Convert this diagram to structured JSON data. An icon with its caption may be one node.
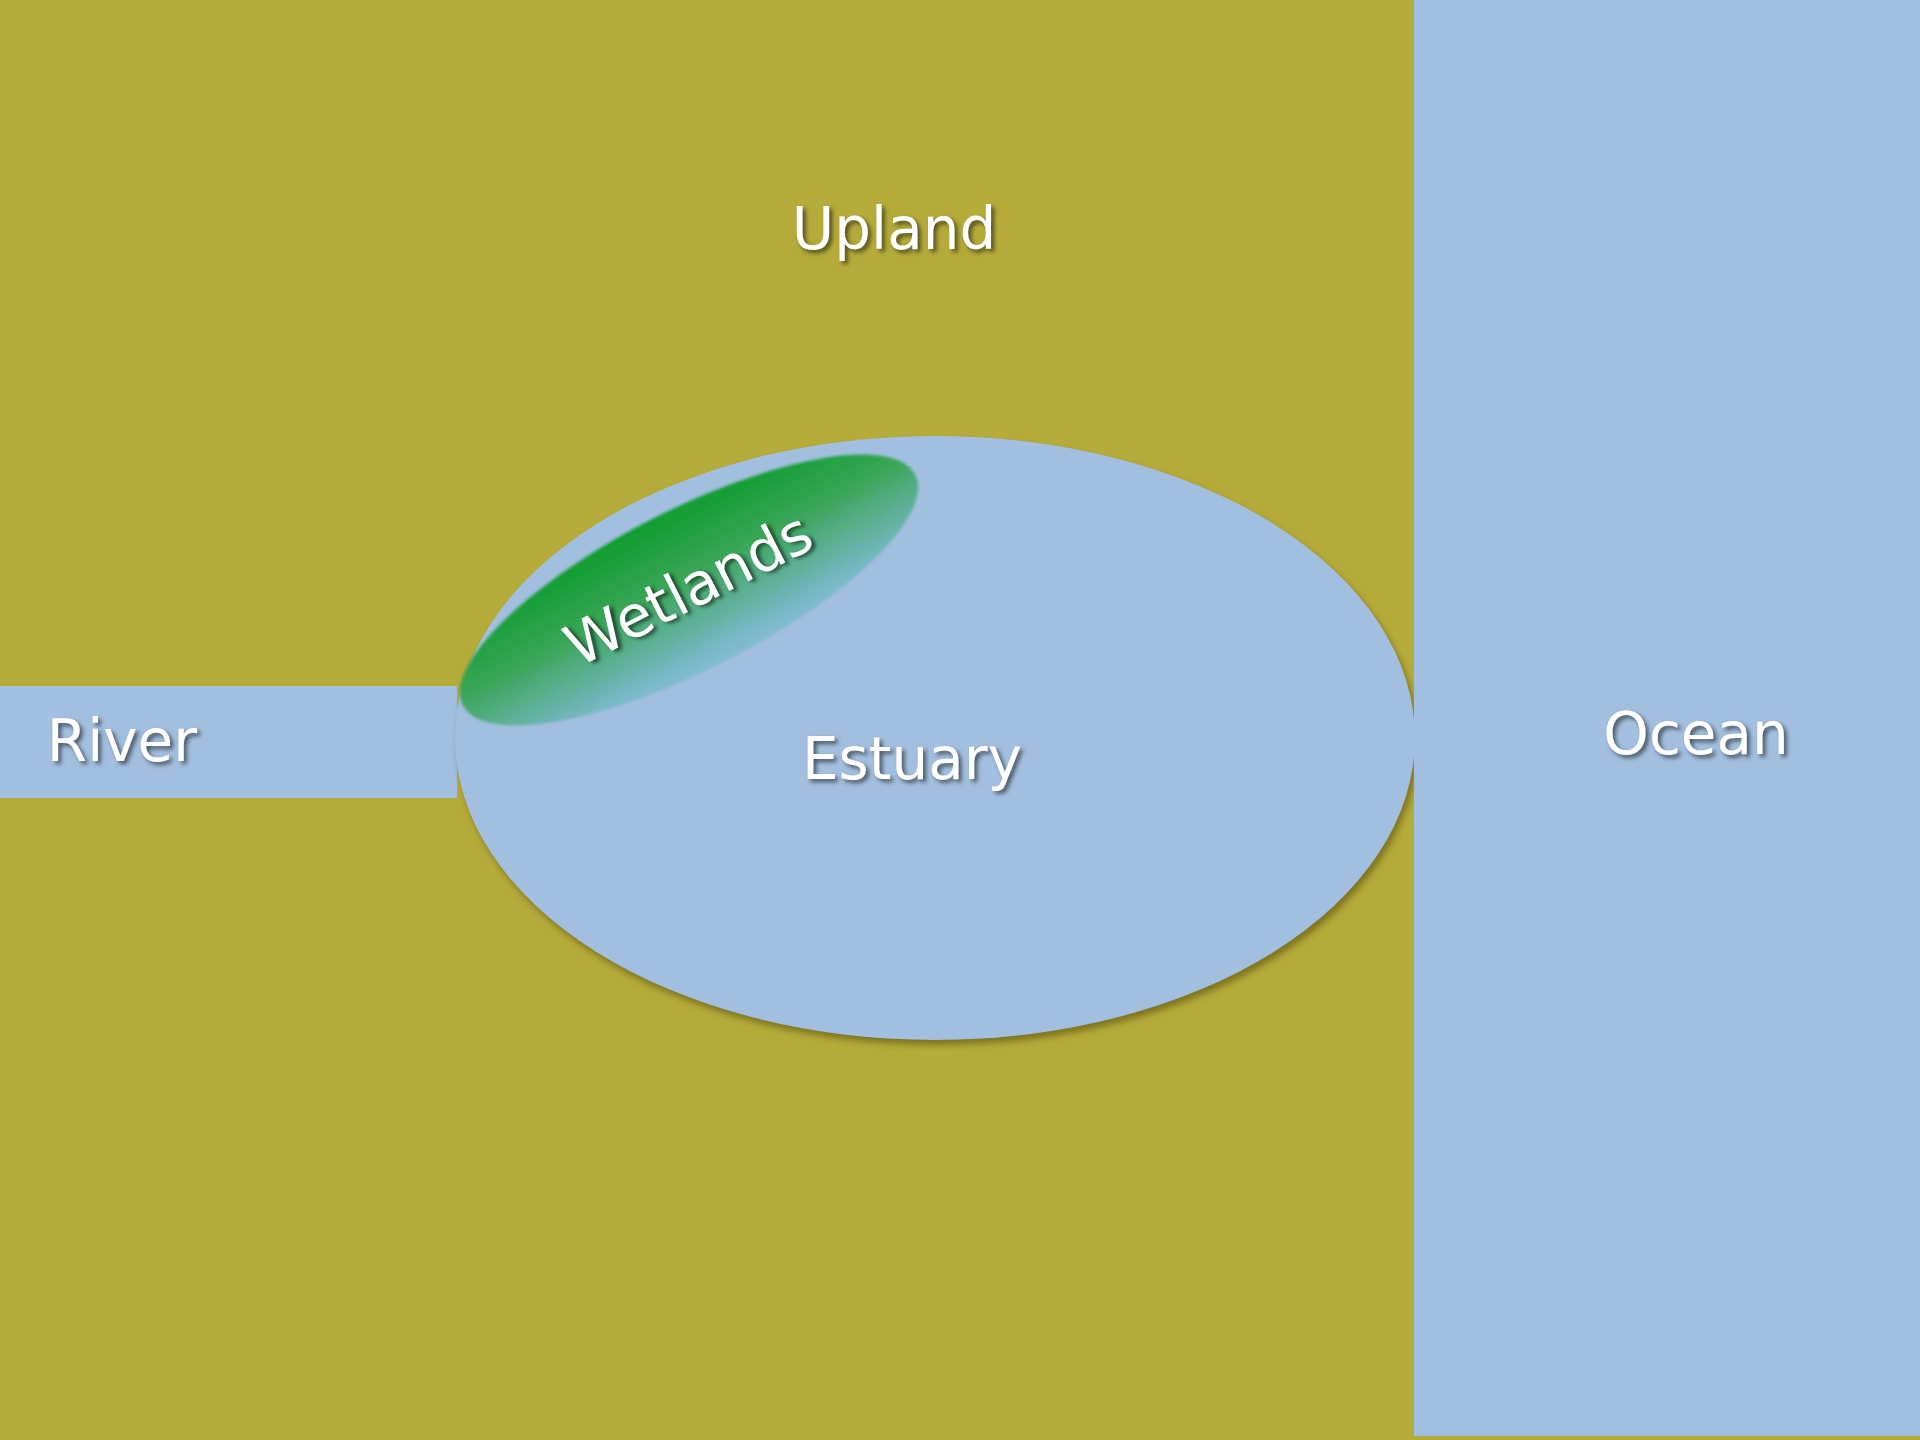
{
  "diagram": {
    "nodes": [
      {
        "text": [
          "Upland"
        ]
      },
      {
        "text": [
          "Wetlands"
        ],
        "in": 2
      },
      {
        "text": [
          "Estuary"
        ],
        "in": 0
      },
      {
        "text": [
          "River"
        ],
        "in": 0
      },
      {
        "text": [
          "Ocean"
        ]
      }
    ]
  }
}
